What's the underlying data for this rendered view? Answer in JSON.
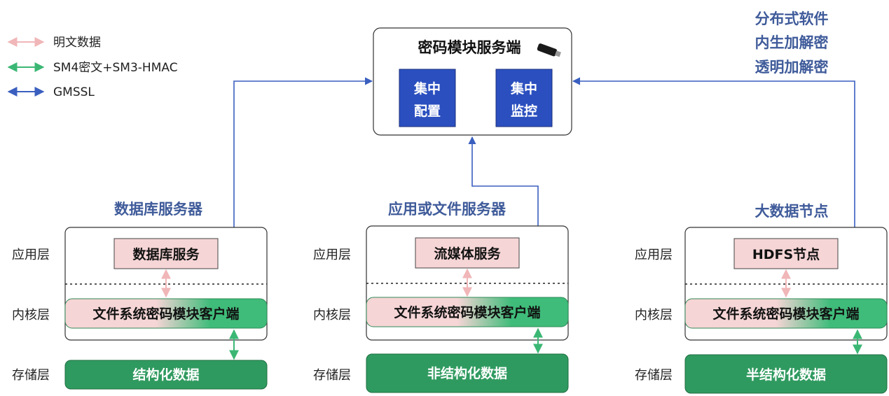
{
  "colors": {
    "plaintext_arrow": "#f0b6b8",
    "encrypted_arrow": "#3bb774",
    "gmssl_arrow": "#3a5fbf",
    "title_text": "#3f5b9a",
    "dark_blue_box": "#2b4fbf",
    "pink_box": "#f6d5d6",
    "green_storage": "#2f9a5f"
  },
  "legend": [
    {
      "label": "明文数据",
      "kind": "plaintext"
    },
    {
      "label": "SM4密文+SM3-HMAC",
      "kind": "encrypted"
    },
    {
      "label": "GMSSL",
      "kind": "gmssl"
    }
  ],
  "server": {
    "title": "密码模块服务端",
    "usb_icon": "usb-key-icon",
    "boxes": [
      {
        "line1": "集中",
        "line2": "配置"
      },
      {
        "line1": "集中",
        "line2": "监控"
      }
    ]
  },
  "distributed_note": [
    "分布式软件",
    "内生加解密",
    "透明加解密"
  ],
  "layers": {
    "app": "应用层",
    "kernel": "内核层",
    "storage": "存储层"
  },
  "groups": [
    {
      "title": "数据库服务器",
      "service": "数据库服务",
      "client": "文件系统密码模块客户端",
      "storage": "结构化数据"
    },
    {
      "title": "应用或文件服务器",
      "service": "流媒体服务",
      "client": "文件系统密码模块客户端",
      "storage": "非结构化数据"
    },
    {
      "title": "大数据节点",
      "service": "HDFS节点",
      "client": "文件系统密码模块客户端",
      "storage": "半结构化数据"
    }
  ]
}
